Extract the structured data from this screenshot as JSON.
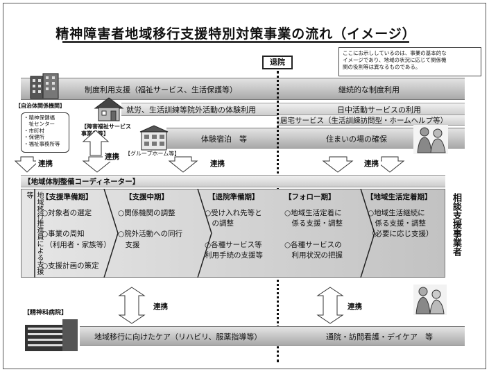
{
  "title": "精神障害者地域移行支援特別対策事業の流れ（イメージ）",
  "note": "ここにお示ししているのは、事業の基本的な\nイメージであり、地域の状況に応じて関係機\n関の役割等は異なるものである。",
  "discharge": "退院",
  "rows": {
    "system_use": "制度利用支援（福祉サービス、生活保護等）",
    "system_use_continued": "継続的な制度利用",
    "experience_use": "就労、生活訓練等院外活動の体験利用",
    "day_service": "日中活動サービスの利用",
    "home_service": "居宅サービス（生活訓練訪問型・ホームヘルプ等）",
    "trial_stay": "体験宿泊　等",
    "housing": "住まいの場の確保",
    "group_home": "【グループホーム等】"
  },
  "left_org": {
    "title": "【自治体関係機関】",
    "items": "・精神保健福\n　祉センター\n・市町村\n・保健所\n・福祉事務所等"
  },
  "welfare_office": "【障害福祉サービス\n事業者等】",
  "renkei": "連携",
  "coordinator": "【地域体制整備コーディネーター】",
  "vertical_left": "地域移行推進員による支援等",
  "vertical_right": "相談支援事業者",
  "phases": [
    {
      "title": "【支援準備期】",
      "text": "○対象者の選定\n\n○事業の周知\n　（利用者・家族等）\n\n○支援計画の策定"
    },
    {
      "title": "【支援中期】",
      "text": "○関係機関の調整\n\n○院外活動への同行\n　支援"
    },
    {
      "title": "【退院準備期】",
      "text": "○受け入れ先等と\n　の調整\n\n○各種サービス等\n利用手続の支援等"
    },
    {
      "title": "【フォロー期】",
      "text": "○地域生活定着に\n　係る支援・調整\n\n○各種サービスの\n　利用状況の把握"
    },
    {
      "title": "【地域生活定着期】",
      "text": "○地域生活継続に\n　係る支援・調整\n（必要に応じ支援）"
    }
  ],
  "hospital": "【精神科病院】",
  "bottom_left": "地域移行に向けたケア（リハビリ、服薬指導等）",
  "bottom_right": "通院・訪問看護・デイケア　等"
}
